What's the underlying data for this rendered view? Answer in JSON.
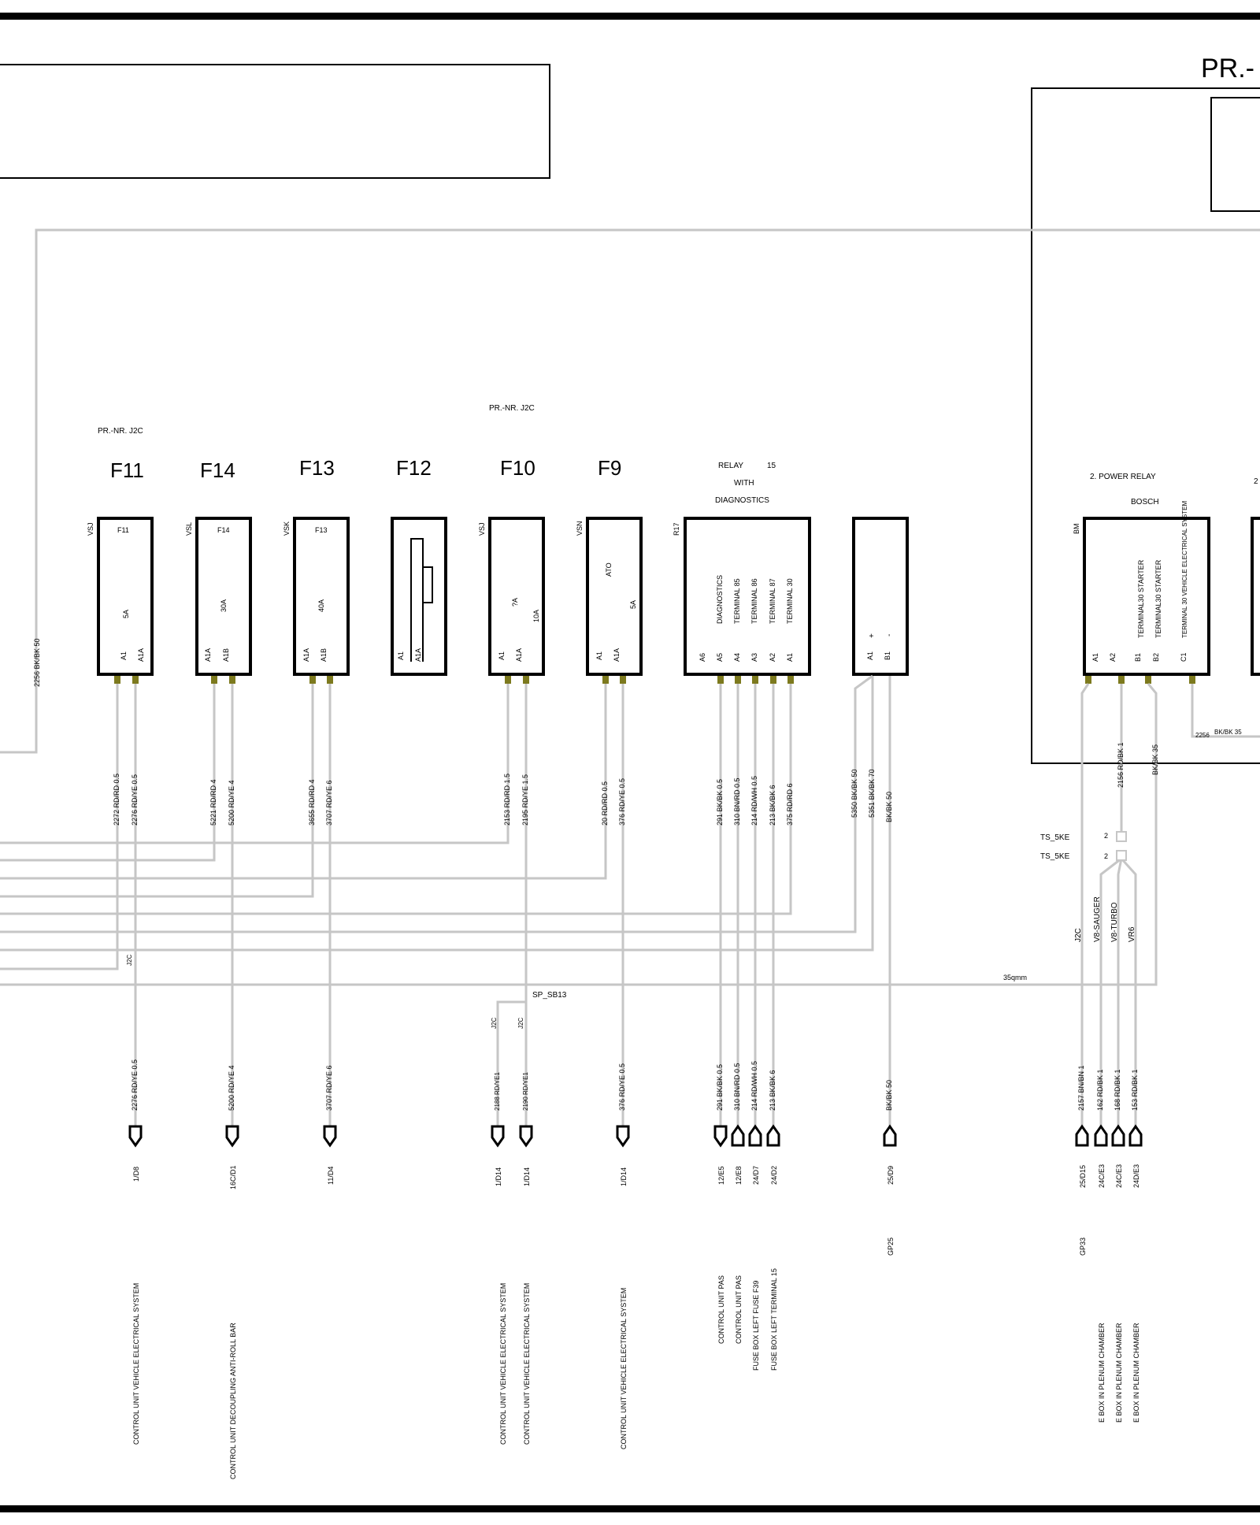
{
  "header": {
    "title_partial": "PR.-",
    "pr_nr_label_1": "PR.-NR. J2C",
    "pr_nr_label_2": "PR.-NR. J2C"
  },
  "fuses": [
    {
      "id": "F11",
      "side": "VSJ",
      "inner": "F11",
      "rating": "5A",
      "pins": [
        "A1",
        "A1A"
      ],
      "wires": [
        "2272 RD/RD 0.5",
        "2276 RD/YE 0.5"
      ]
    },
    {
      "id": "F14",
      "side": "VSL",
      "inner": "F14",
      "rating": "30A",
      "pins": [
        "A1A",
        "A1B"
      ],
      "wires": [
        "5221 RD/RD 4",
        "5200 RD/YE 4"
      ]
    },
    {
      "id": "F13",
      "side": "VSK",
      "inner": "F13",
      "rating": "40A",
      "pins": [
        "A1A",
        "A1B"
      ],
      "wires": [
        "3655 RD/RD 4",
        "3707 RD/YE 6"
      ]
    },
    {
      "id": "F12",
      "side": "",
      "inner": "",
      "rating": "",
      "pins": [
        "A1",
        "A1A"
      ],
      "wires": []
    },
    {
      "id": "F10",
      "side": "VSJ",
      "inner": "",
      "rating": "?A",
      "rating2": "10A",
      "pins": [
        "A1",
        "A1A"
      ],
      "wires": [
        "2153 RD/RD 1.5",
        "2195 RD/YE 1.5"
      ]
    },
    {
      "id": "F9",
      "side": "VSN",
      "inner": "ATO",
      "rating": "5A",
      "pins": [
        "A1",
        "A1A"
      ],
      "wires": [
        "20 RD/RD 0.5",
        "376 RD/YE 0.5"
      ]
    }
  ],
  "relay": {
    "title_1": "RELAY",
    "title_num": "15",
    "title_2": "WITH",
    "title_3": "DIAGNOSTICS",
    "side": "R17",
    "functions": [
      "DIAGNOSTICS",
      "TERMINAL 85",
      "TERMINAL 86",
      "TERMINAL 87",
      "TERMINAL 30"
    ],
    "pins": [
      "A6",
      "A5",
      "A4",
      "A3",
      "A2",
      "A1"
    ],
    "wires": [
      "291 BK/BK 0.5",
      "310 BN/RD 0.5",
      "214 RD/WH 0.5",
      "213 BK/BK 6",
      "375 RD/RD 6"
    ]
  },
  "ground_block": {
    "pins": [
      "A1",
      "B1"
    ],
    "signs": [
      "+",
      "-"
    ],
    "wires": [
      "5350 BK/BK 50",
      "5351 BK/BK 70",
      "BK/BK 50"
    ]
  },
  "power_relay": {
    "title_1": "2. POWER RELAY",
    "title_2": "BOSCH",
    "side": "BM",
    "pins": [
      "A1",
      "A2",
      "B1",
      "B2",
      "C1"
    ],
    "funcs": [
      "TERMINAL30  STARTER",
      "TERMINAL30  STARTER",
      "TERMINAL 30 VEHICLE ELECTRICAL SYSTEM"
    ],
    "wires": [
      "2156 RD/BK 1",
      "BK/BK 35"
    ],
    "wire_2256": "2256",
    "wire_2256b": "BK/BK 35",
    "partial_title": "2"
  },
  "misc": {
    "left_wire": "2256 BK/BK 50",
    "ts_1": "TS_5KE",
    "ts_2": "TS_5KE",
    "ts_num": "2",
    "sp": "SP_SB13",
    "j2c": "J2C",
    "mm": "35qmm",
    "variants": [
      "J2C",
      "V8-SAUGER",
      "V8-TURBO",
      "VR6"
    ]
  },
  "bottom": {
    "wires": {
      "f11": "2276 RD/YE 0.5",
      "f14": "5200 RD/YE 4",
      "f13": "3707 RD/YE 6",
      "f10a": "2188 RD/YE1",
      "f10b": "2190 RD/YE1",
      "f9": "376 RD/YE 0.5",
      "r1": "291 BK/BK 0.5",
      "r2": "310 BN/RD 0.5",
      "r3": "214 RD/WH 0.5",
      "r4": "213 BK/BK 6",
      "g": "BK/BK 50",
      "p1": "2157 BN/BN 1",
      "p2": "162 RD/BK 1",
      "p3": "168 RD/BK 1",
      "p4": "153 RD/BK 1"
    },
    "refs": {
      "f11": "1/D8",
      "f14": "16C/D1",
      "f13": "11/D4",
      "f10a": "1/D14",
      "f10b": "1/D14",
      "f9": "1/D14",
      "r1": "12/E5",
      "r2": "12/E8",
      "r3": "24/D7",
      "r4": "24/D2",
      "g": "25/D9",
      "p1": "25/D15",
      "p2": "24C/E3",
      "p3": "24C/E3",
      "p4": "24D/E3"
    },
    "desc": {
      "f11": "CONTROL UNIT   VEHICLE ELECTRICAL SYSTEM",
      "f14": "CONTROL UNIT        DECOUPLING       ANTI-ROLL BAR",
      "f10a": "CONTROL UNIT   VEHICLE ELECTRICAL SYSTEM",
      "f10b": "CONTROL UNIT   VEHICLE ELECTRICAL SYSTEM",
      "f9": "CONTROL UNIT        VEHICLE ELECTRICAL SYSTEM",
      "r1": "CONTROL UNIT    PAS",
      "r2": "CONTROL UNIT    PAS",
      "r3": "FUSE BOX   LEFT   FUSE F39",
      "r4": "FUSE BOX   LEFT TERMINAL 15",
      "g": "GP25",
      "p1": "GP33",
      "p2": "E BOX    IN PLENUM CHAMBER",
      "p3": "E BOX    IN PLENUM CHAMBER",
      "p4": "E BOX    IN PLENUM CHAMBER"
    }
  }
}
